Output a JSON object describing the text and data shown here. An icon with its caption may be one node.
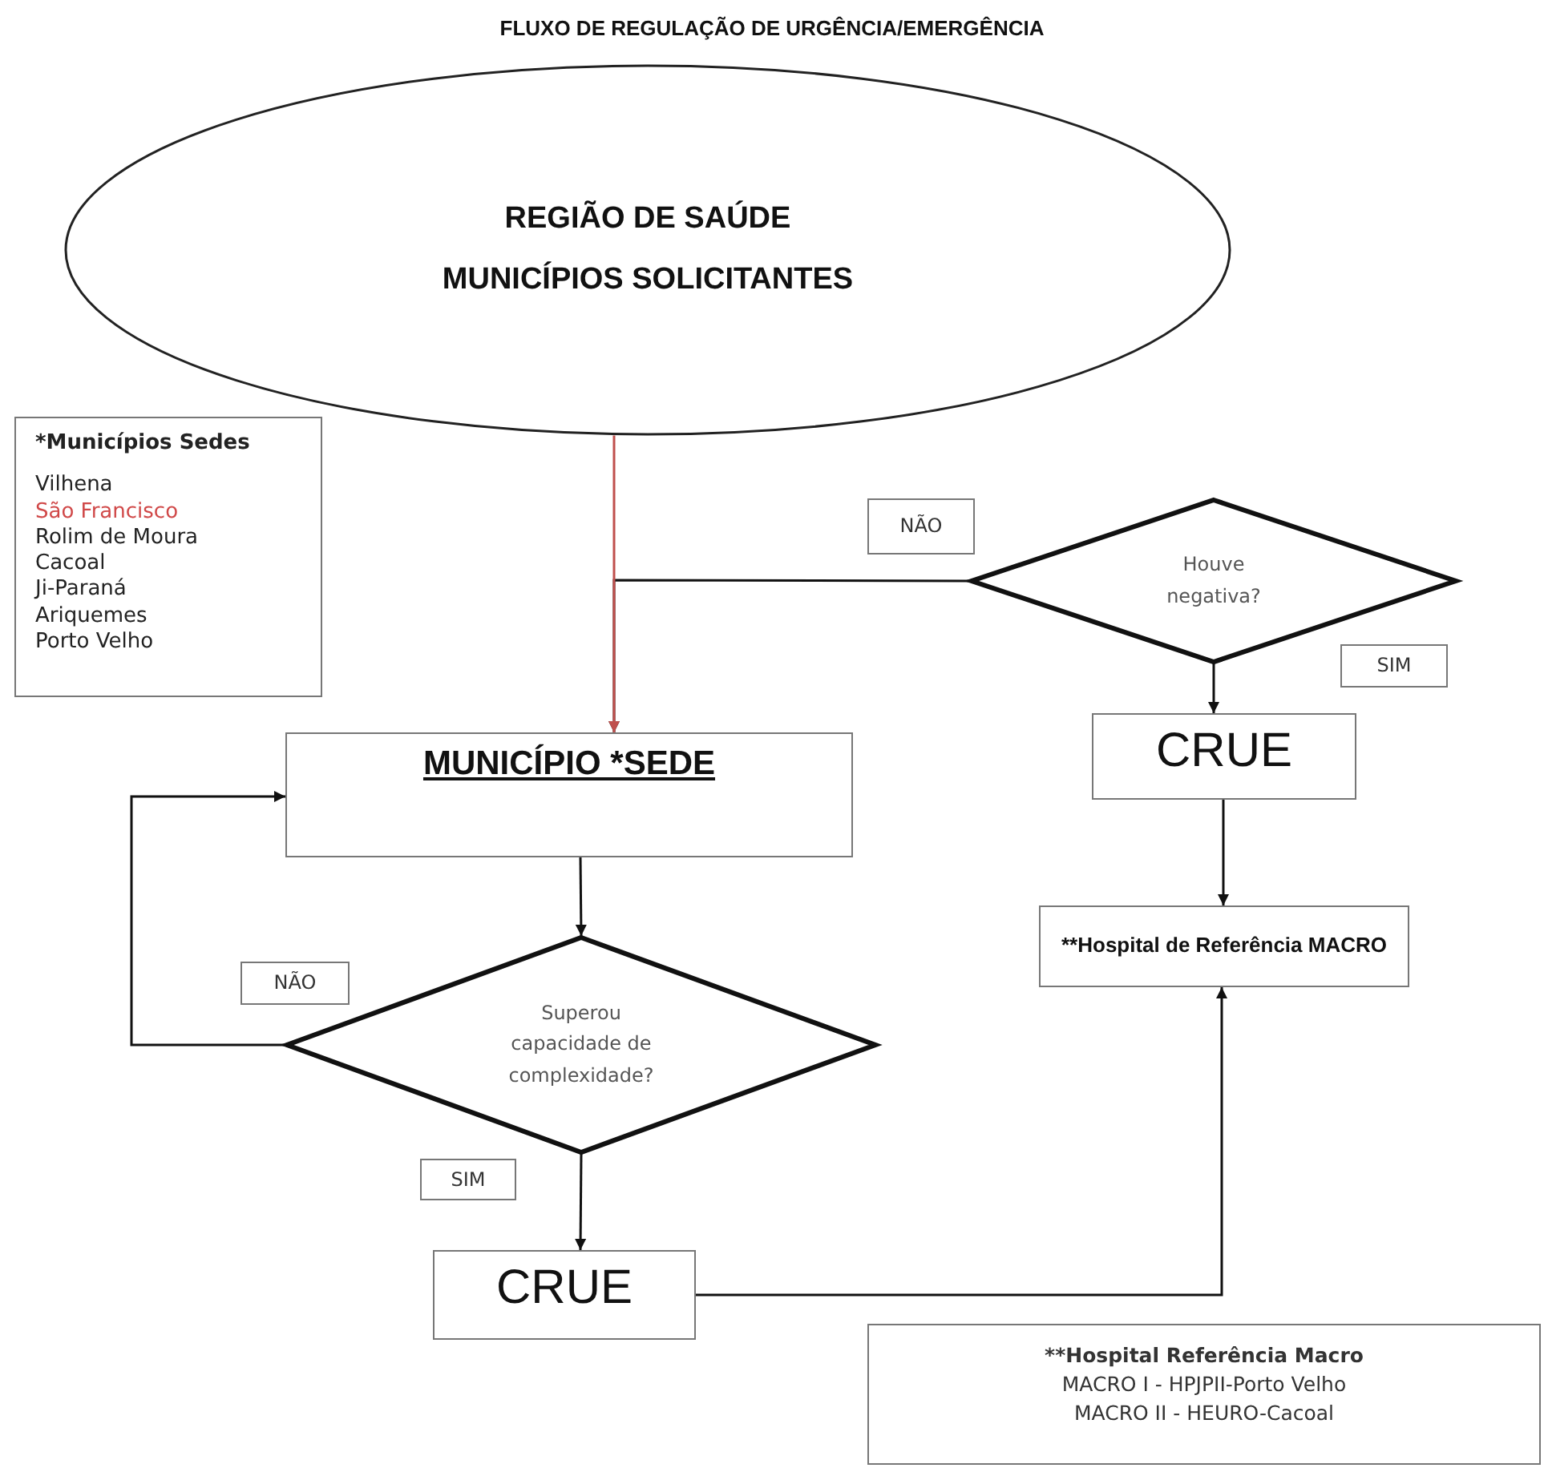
{
  "diagram": {
    "title": "FLUXO DE REGULAÇÃO DE URGÊNCIA/EMERGÊNCIA",
    "nodes": [
      {
        "text": [
          "REGIÃO DE SAÚDE",
          "MUNICÍPIOS SOLICITANTES"
        ]
      },
      {
        "text": [
          "*Municípios Sedes",
          "Vilhena",
          "São Francisco",
          "Rolim de Moura",
          "Cacoal",
          "Ji-Paraná",
          "Ariquemes",
          "Porto Velho"
        ]
      },
      {
        "text": [
          "MUNICÍPIO *SEDE"
        ]
      },
      {
        "text": [
          "Superou capacidade de complexidade?"
        ]
      },
      {
        "text": [
          "CRUE"
        ]
      },
      {
        "text": [
          "Houve negativa?"
        ]
      },
      {
        "text": [
          "CRUE"
        ]
      },
      {
        "text": [
          "**Hospital de Referência MACRO"
        ]
      },
      {
        "text": [
          "**Hospital Referência Macro",
          "MACRO I - HPJPII-Porto Velho",
          "MACRO II - HEURO-Cacoal"
        ]
      },
      {
        "text": [
          "NÃO"
        ]
      },
      {
        "text": [
          "SIM"
        ]
      },
      {
        "text": [
          "NÃO"
        ]
      },
      {
        "text": [
          "SIM"
        ]
      }
    ],
    "edges": [
      {
        "from": 5,
        "to": 2,
        "arrow": "to"
      },
      {
        "from": 0,
        "to": 2,
        "arrow": "to",
        "color": "#c0504d"
      },
      {
        "from": 2,
        "to": 3,
        "arrow": "to"
      },
      {
        "from": 3,
        "to": 2,
        "arrow": "to"
      },
      {
        "from": 3,
        "to": 4,
        "arrow": "to"
      },
      {
        "from": 5,
        "to": 6,
        "arrow": "to"
      },
      {
        "from": 6,
        "to": 7,
        "arrow": "to"
      },
      {
        "from": 4,
        "to": 7,
        "arrow": "to"
      }
    ]
  }
}
